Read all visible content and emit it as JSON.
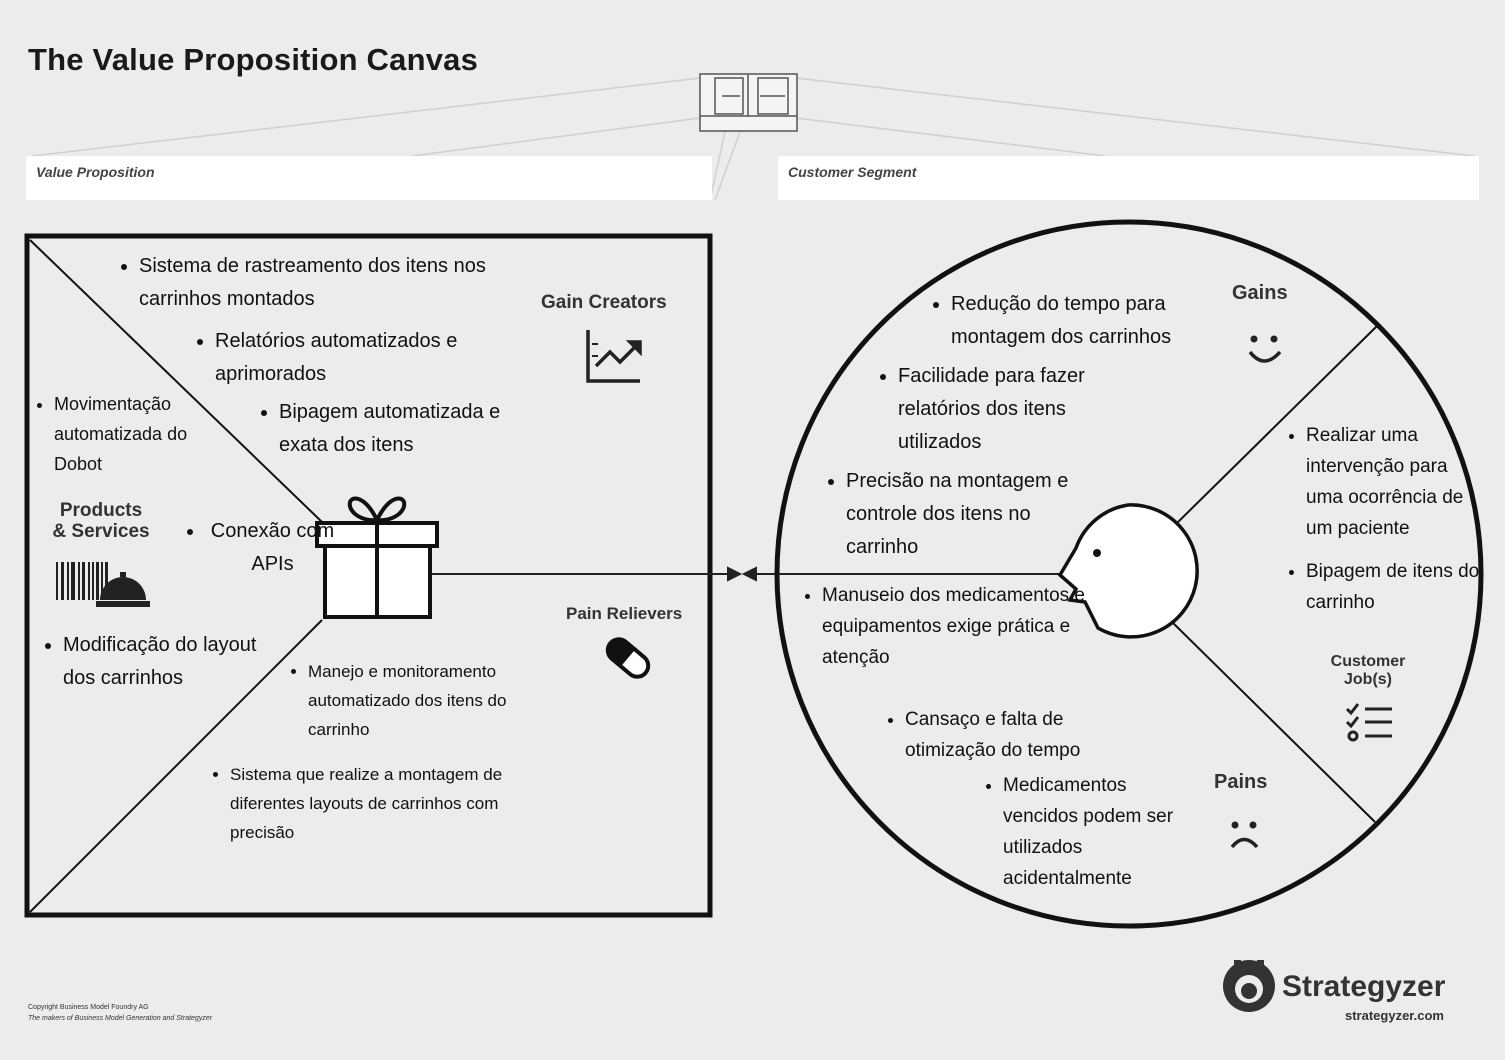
{
  "title": "The Value Proposition Canvas",
  "bands": {
    "value_proposition": "Value Proposition",
    "customer_segment": "Customer Segment"
  },
  "value_map": {
    "gain_creators_label": "Gain Creators",
    "products_services_label_line1": "Products",
    "products_services_label_line2": "& Services",
    "pain_relievers_label": "Pain Relievers",
    "gain_creators": [
      "Sistema de rastreamento dos itens nos carrinhos montados",
      "Relatórios automatizados e aprimorados",
      "Bipagem automatizada e exata dos itens"
    ],
    "products_services": [
      "Movimentação automatizada do Dobot",
      "Conexão com APIs",
      "Modificação do layout dos carrinhos"
    ],
    "pain_relievers": [
      "Manejo  e monitoramento automatizado dos itens do carrinho",
      "Sistema que realize a montagem de diferentes layouts de carrinhos com precisão"
    ]
  },
  "customer_profile": {
    "gains_label": "Gains",
    "pains_label": "Pains",
    "customer_jobs_label_line1": "Customer",
    "customer_jobs_label_line2": "Job(s)",
    "gains": [
      "Redução do tempo para montagem dos carrinhos",
      "Facilidade para fazer relatórios dos itens utilizados",
      "Precisão na montagem e controle dos itens no carrinho"
    ],
    "pains": [
      "Manuseio dos medicamentos e equipamentos exige prática e atenção",
      "Cansaço e falta de otimização do tempo",
      "Medicamentos vencidos podem ser utilizados acidentalmente"
    ],
    "customer_jobs": [
      "Realizar uma intervenção para uma ocorrência de um paciente",
      "Bipagem de itens do carrinho"
    ]
  },
  "footer": {
    "copyright_line1": "Copyright Business Model Foundry AG",
    "copyright_line2": "The makers of Business Model Generation and Strategyzer",
    "brand": "Strategyzer",
    "brand_url": "strategyzer.com"
  },
  "icons": [
    "gift-icon",
    "chart-trend-icon",
    "barcode-icon",
    "service-bell-icon",
    "pill-icon",
    "face-profile-icon",
    "smile-icon",
    "frown-icon",
    "checklist-icon",
    "strategyzer-logo-icon"
  ]
}
